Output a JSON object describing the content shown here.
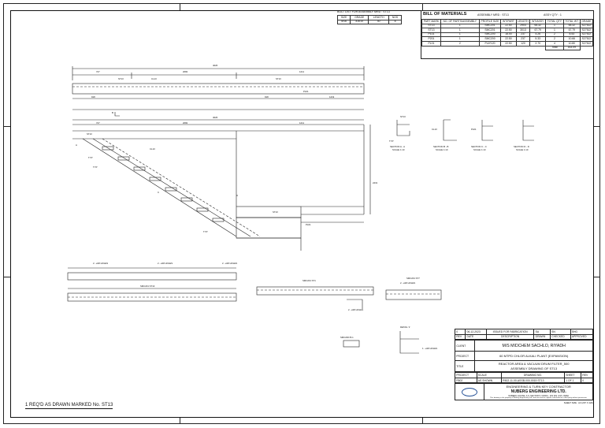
{
  "bolt_list": {
    "title": "BOLT LIST FOR ASSEMBLY MRD : ST13",
    "headers": [
      "SIZE",
      "GRADE",
      "LENGTH",
      "NOS"
    ],
    "row": [
      "M16",
      "8.8/10",
      "40",
      "8"
    ]
  },
  "bom": {
    "title": "BILL OF MATERIALS",
    "assembly": "ASSEMBLY MRD : ST13",
    "assy_qty": "ASSY QTY : 1",
    "headers": [
      "PART MARK",
      "NO. OF PARTS/ASSEMBLY",
      "PROFILE SIZE",
      "WT/PART",
      "LENGTH",
      "WT/ASSY",
      "TOTAL QTY",
      "TOTAL WT",
      "GRADE"
    ],
    "rows": [
      [
        "ST13",
        "1",
        "SMC201",
        "22.50",
        "2903",
        "65.32",
        "1",
        "65.32",
        "S275J2"
      ],
      [
        "ST13",
        "1",
        "SMC201",
        "22.50",
        "3013",
        "67.79",
        "1",
        "67.79",
        "S275J2"
      ],
      [
        "P101",
        "1",
        "SMC200",
        "18.00",
        "237",
        "4.26",
        "2",
        "8.53",
        "S275J2"
      ],
      [
        "P201",
        "1",
        "SMC200",
        "22.50",
        "237",
        "5.33",
        "2",
        "10.66",
        "S275J2"
      ],
      [
        "PL01",
        "2",
        "PL6*120",
        "22.50",
        "120",
        "2.70",
        "4",
        "10.80",
        "S275J2"
      ]
    ],
    "total_label": "Total",
    "total_value": "163.09"
  },
  "drawing": {
    "dim_top": "4026",
    "dim_top2": "4026",
    "dim_a": "727",
    "dim_b": "2082",
    "dim_c": "1211",
    "dim_mid": "918",
    "dim_right": "1219",
    "dim_height": "2431",
    "mark_st13": "ST13",
    "mark_cl13": "CL13",
    "mark_pl01": "PL01",
    "mark_b": "B",
    "mark_a": "A",
    "mark_c": "C",
    "mark_d": "D",
    "typ": "TYP",
    "smc201_st1": "SMC201 ST1",
    "smc201_st13": "SMC201 ST13",
    "smc201_st7": "SMC201 ST7",
    "holes_2": "2 - ⌀18 HOLES",
    "holes_b": "2 - ⌀18 HOLES",
    "detail_1": "DETAIL '1'",
    "section_a": "SECTION A - A",
    "section_b": "SECTION B - B",
    "section_c": "SECTION C - C",
    "section_d": "SECTION D - D",
    "scale_a": "SCALE 1:10",
    "scale_b": "SCALE 1:10",
    "scale_c": "SCALE 1:10",
    "scale_d": "SCALE 1:10",
    "holes_1": "1 - ⌀18 HOLES",
    "smc200_pl1": "SMC200 PL1"
  },
  "note": "1 REQ'D AS DRAWN MARKED No. ST13",
  "title_block": {
    "rev_row": [
      "0",
      "06-12-2023",
      "ISSUED FOR FABRICATION",
      "SA",
      "SN",
      "SHG"
    ],
    "rev_headers": [
      "REV",
      "DATE",
      "DESCRIPTION",
      "DRAWN",
      "CHECKED",
      "APPROVED"
    ],
    "client_label": "CLIENT",
    "client": "M/S MIDCHEM SACHLO, RIYADH",
    "project_label": "PROJECT",
    "project": "60 MTPD CHLOR ALKALI PLANT (EXPANSION)",
    "title_label": "TITLE",
    "title_line1": "REACTOR AREA & VACUUM DRUM FILTER_500",
    "title_line2": "ASSEMBLY DRAWING OF ST13",
    "proj_headers": [
      "PROJECT",
      "SCALE",
      "DRAWING NO.",
      "SHEET",
      "REV"
    ],
    "proj_row": [
      "R502",
      "AS SHOWN",
      "R502-11-00-ASSB-000-0015 ST13",
      "1 OF 1",
      "0"
    ],
    "company_line1": "ENGINEERING & TURN KEY CONTRACTOR",
    "company_name": "NUBERG ENGINEERING LTD.",
    "company_addr": "NUBERG HOUSE, A-9, SECTOR 5, NOIDA - 201 301 (U.P.) INDIA",
    "disclaimer": "This drawing is the property of Nuberg Engineering Ltd. and must not be copied or disclosed to a third party without permission.",
    "sheet_size": "SHEET SIZE : A3 (297 X 420)"
  }
}
